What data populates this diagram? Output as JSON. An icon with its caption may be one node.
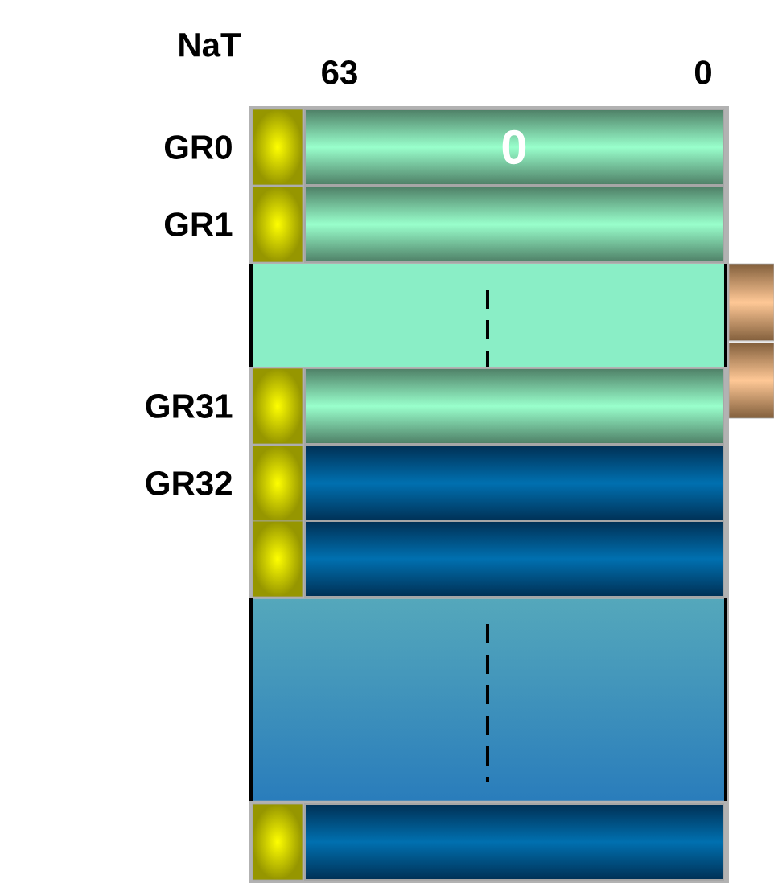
{
  "diagram": {
    "nodes": [
      {
        "text": [
          "0"
        ],
        "beside": [
          "GR0"
        ]
      },
      {
        "text": [],
        "shape": "bar",
        "beside": [
          "GR1"
        ]
      },
      {
        "text": [],
        "shape": "bar",
        "beside": [
          "GR31"
        ]
      },
      {
        "text": [],
        "shape": "bar",
        "beside": [
          "GR32"
        ]
      },
      {
        "text": [],
        "shape": "bar"
      },
      {
        "text": [],
        "shape": "bar"
      }
    ],
    "labels": [
      "NaT",
      "63",
      "0"
    ]
  }
}
